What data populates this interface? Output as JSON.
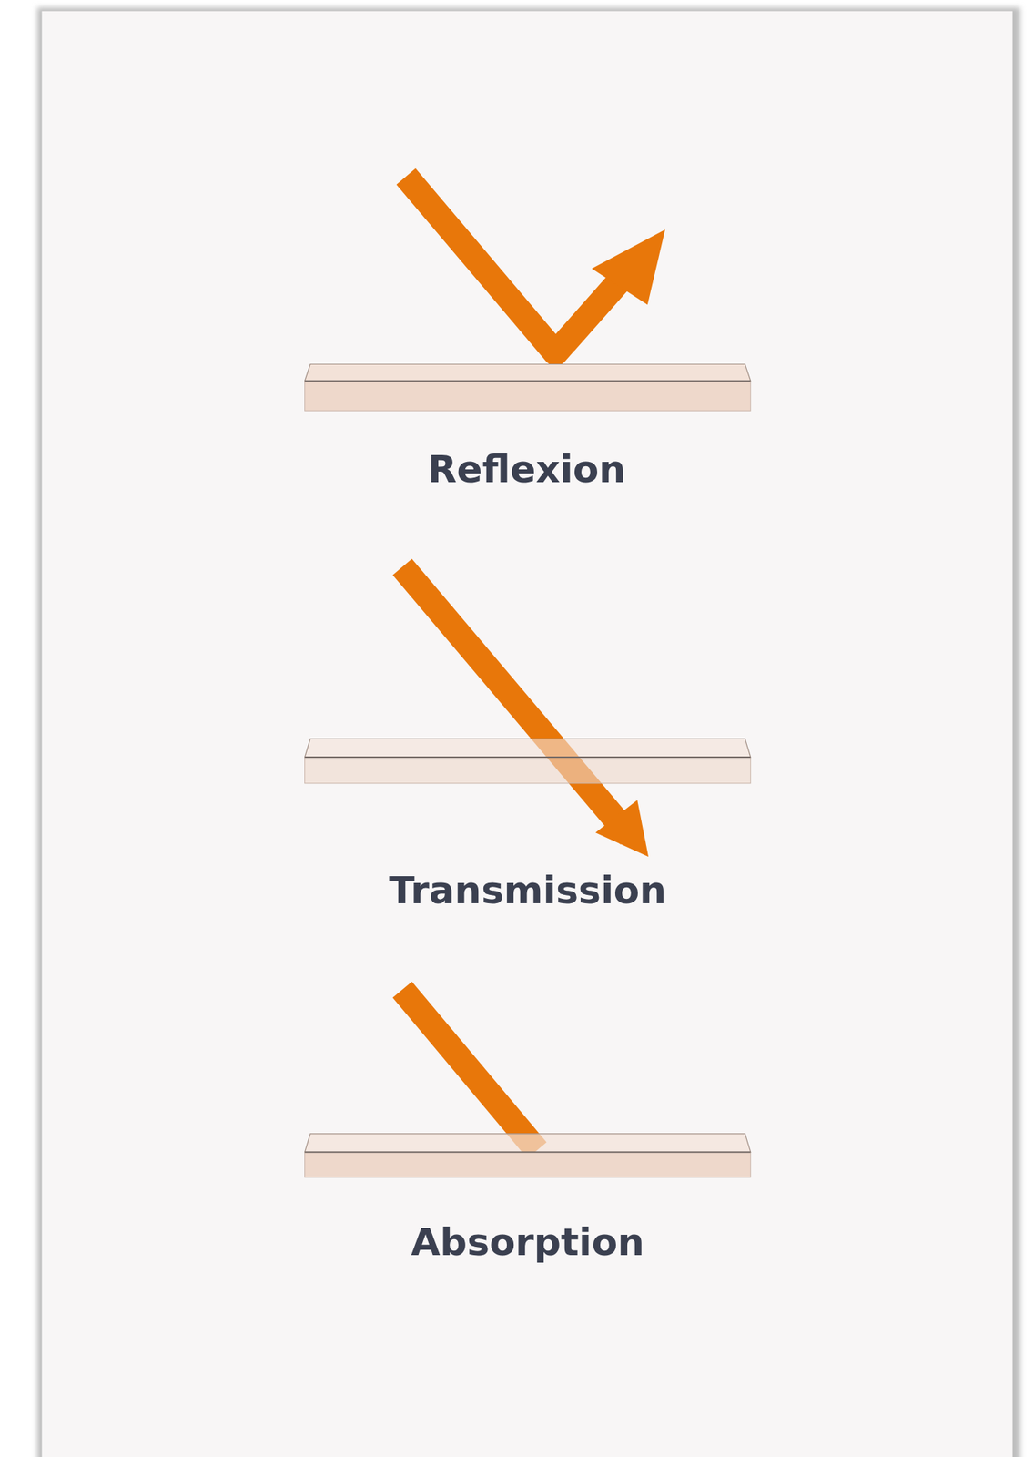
{
  "diagram": {
    "labels": [
      "Reflexion",
      "Transmission",
      "Absorption"
    ]
  }
}
